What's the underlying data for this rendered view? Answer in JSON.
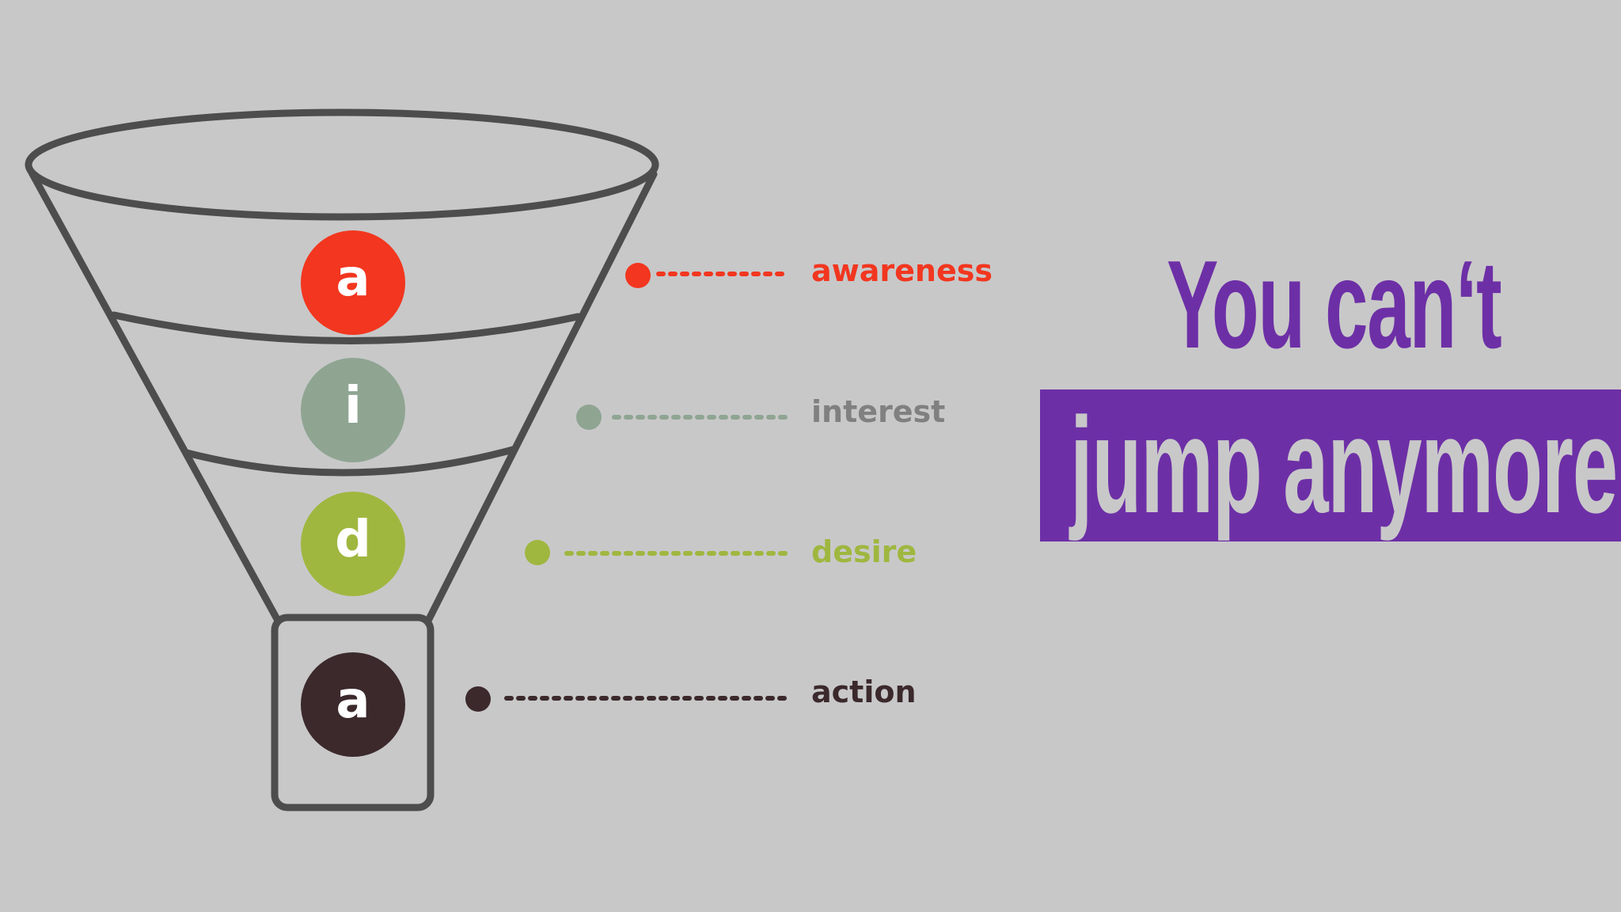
{
  "headline": {
    "line1": "You can‘t",
    "line2": "jump anymore",
    "accent_color": "#6d2fa6"
  },
  "funnel": {
    "outline_color": "#4d4d4d",
    "stages": [
      {
        "letter": "a",
        "label": "awareness",
        "color": "#f2361f",
        "label_color": "#f2361f"
      },
      {
        "letter": "i",
        "label": "interest",
        "color": "#8fa592",
        "label_color": "#808080"
      },
      {
        "letter": "d",
        "label": "desire",
        "color": "#9fb73f",
        "label_color": "#9fb73f"
      },
      {
        "letter": "a",
        "label": "action",
        "color": "#3b292c",
        "label_color": "#3b292c"
      }
    ]
  }
}
